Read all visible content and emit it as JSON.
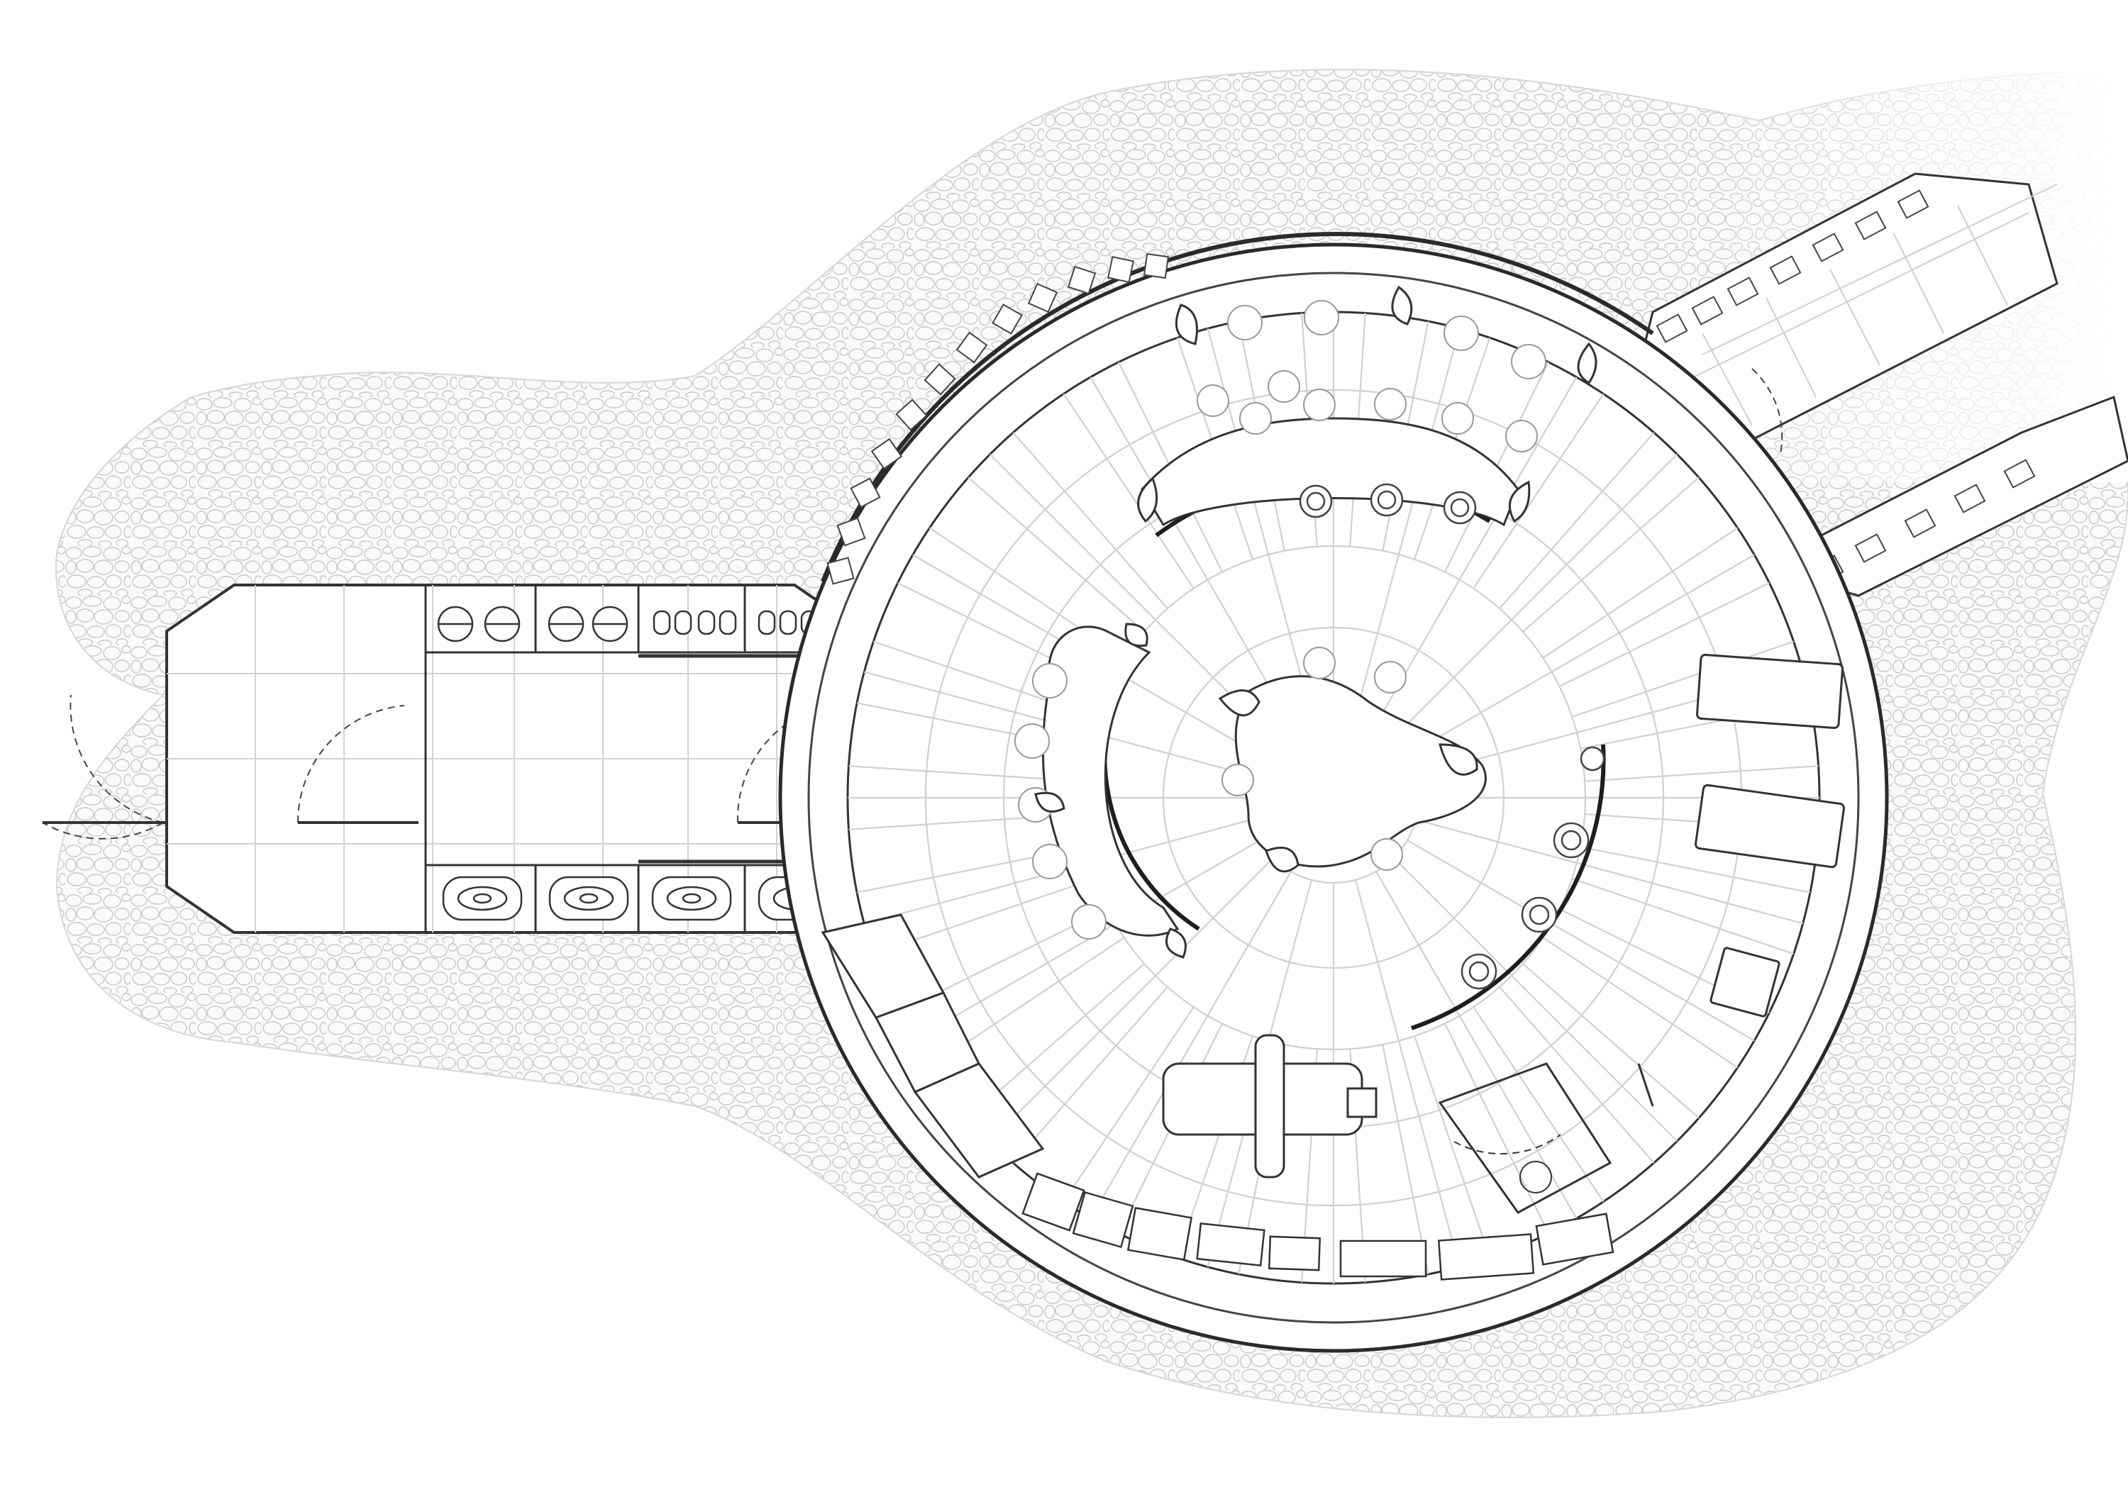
{
  "plan": {
    "kind": "architectural floor plan",
    "labels": [],
    "colors": {
      "background": "#ffffff",
      "line": "#3a3a3a",
      "heavy_line": "#1e1e1e",
      "grid": "#cfcfcf",
      "gravel_outline": "#c6c6c6",
      "gravel_fill": "#f1f1f1"
    },
    "elements": {
      "gravel_field": "pebble-gravel-surround",
      "main_hall": "circular-hall",
      "west_wing": "rectangular-entrance-wing",
      "northeast_corridors": "two-diagonal-corridors",
      "central_counter": "rounded-central-island",
      "west_counter": "curved-bar-counter",
      "north_counter": "curved-north-counter",
      "sofa": "cross-shaped-sofa",
      "loungers": "two-daybeds",
      "toilets": "wc-fixtures",
      "basins": "washbasins"
    }
  }
}
